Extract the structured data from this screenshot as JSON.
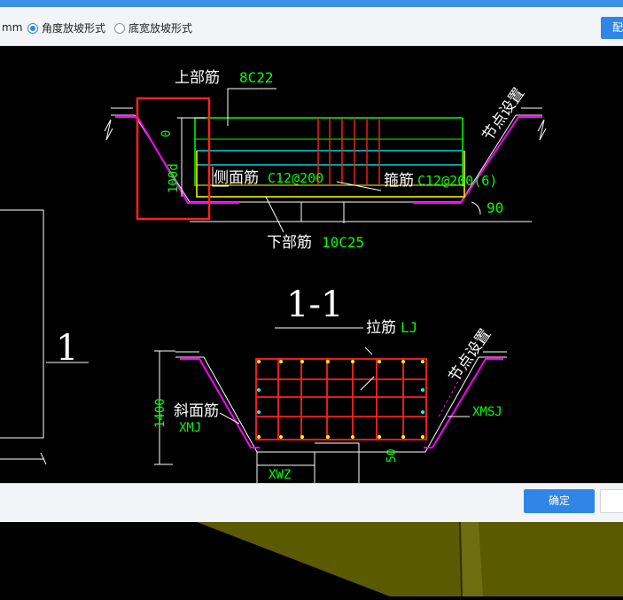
{
  "toolbar": {
    "unit": "mm",
    "radio_angle": "角度放坡形式",
    "radio_width": "底宽放坡形式",
    "right_button": "配"
  },
  "drawing": {
    "top_rebar_label": "上部筋",
    "top_rebar_value": "8C22",
    "side_rebar_label": "侧面筋",
    "side_rebar_value": "C12@200",
    "stirrup_label": "箍筋",
    "stirrup_value": "C12@200(6)",
    "bottom_rebar_label": "下部筋",
    "bottom_rebar_value": "10C25",
    "node_setting_1": "节点设置",
    "node_setting_2": "节点设置",
    "angle": "90",
    "zero": "0",
    "lead": "100d",
    "section_title": "1-1",
    "section_number": "1",
    "tie_label": "拉筋",
    "tie_value": "LJ",
    "slope_label": "斜面筋",
    "slope_value": "XMJ",
    "slope_value_right": "XMSJ",
    "bottom_width": "XWZ",
    "height_dim": "1400",
    "dim_50": "50"
  },
  "footer": {
    "ok": "确定"
  },
  "colors": {
    "accent": "#2f86e6",
    "green": "#00ff00",
    "cyan": "#00ffff",
    "red": "#ff2020",
    "yellow": "#ffff00",
    "magenta": "#ff00ff",
    "olive": "#5a5a00"
  }
}
